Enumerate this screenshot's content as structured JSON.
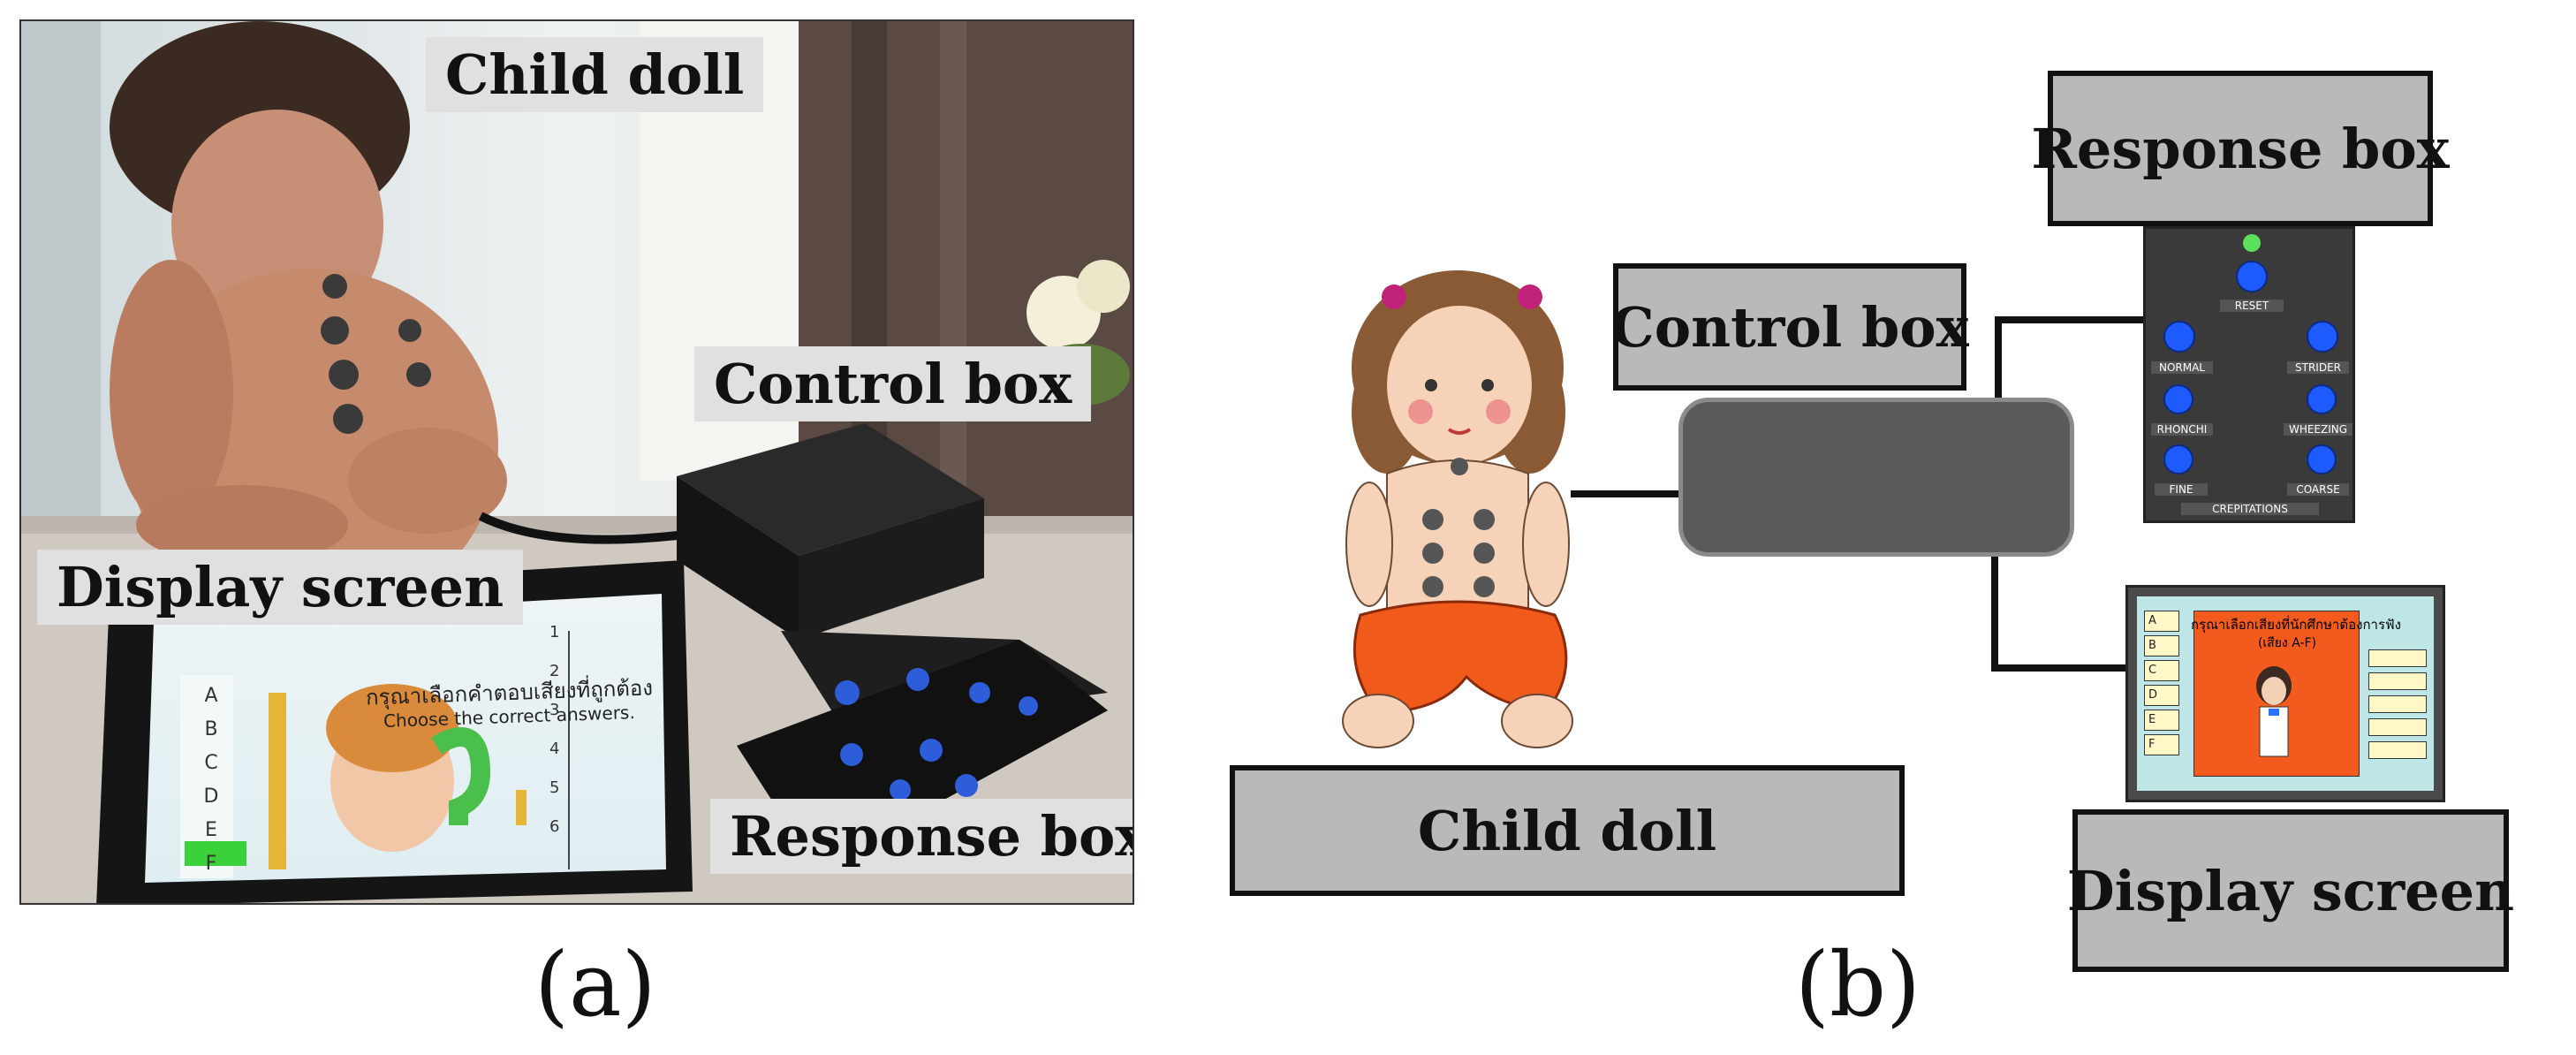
{
  "panel_a": {
    "caption": "(a)",
    "labels": {
      "child_doll": "Child doll",
      "control_box": "Control box",
      "display_screen": "Display screen",
      "response_box": "Response box"
    },
    "tablet": {
      "thai_prompt": "กรุณาเลือกคำตอบเสียงที่ถูกต้อง",
      "english_prompt": "Choose the correct answers.",
      "letters": [
        "A",
        "B",
        "C",
        "D",
        "E",
        "F"
      ],
      "numbers": [
        "1",
        "2",
        "3",
        "4",
        "5",
        "6"
      ]
    }
  },
  "panel_b": {
    "caption": "(b)",
    "boxes": {
      "response_box": "Response box",
      "control_box": "Control box",
      "child_doll": "Child doll",
      "display_screen": "Display screen"
    },
    "response_panel": {
      "buttons": [
        "RESET",
        "NORMAL",
        "STRIDER",
        "RHONCHI",
        "WHEEZING",
        "FINE",
        "COARSE"
      ],
      "footer": "CREPITATIONS"
    },
    "display": {
      "thai_prompt": "กรุณาเลือกเสียงที่นักศึกษาต้องการฟัง",
      "thai_sub": "(เสียง A-F)",
      "letters": [
        "A",
        "B",
        "C",
        "D",
        "E",
        "F"
      ]
    }
  },
  "colors": {
    "box_gray": "#b9b9b9",
    "control_box": "#5a5a5a",
    "panel_dark": "#3a3a3a",
    "button_blue": "#1e5bff",
    "led_green": "#5be05b",
    "screen_orange": "#f25a1e"
  }
}
